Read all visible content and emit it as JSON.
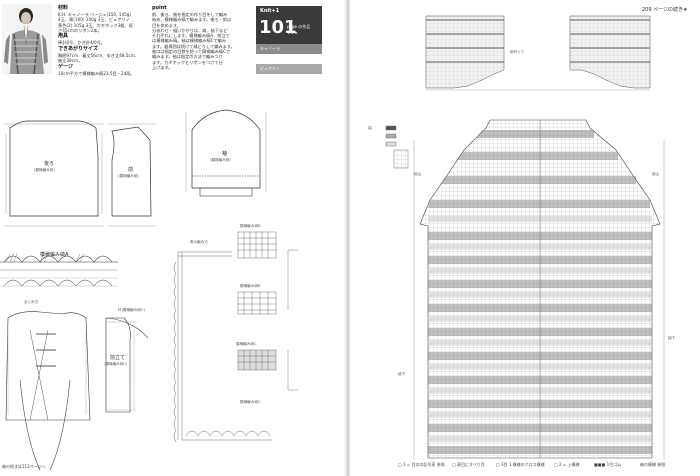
{
  "left": {
    "materials_heading": "材料",
    "materials_text": "K.H. キャノーラ ベージュ(150, 145g)\n4玉、黒(160) 100g 3玉、ピュアリノ\n黄色(2) 105g 3玉、カギホック3組、長\nさ45cmのリボン2本。",
    "tools_heading": "用具",
    "tools_text": "棒針8号、かぎ針4/0号。",
    "size_heading": "できあがりサイズ",
    "size_text": "胸囲97cm、着丈56cm、ゆき丈48.5cm、\n袖丈38cm。",
    "gauge_heading": "ゲージ",
    "gauge_text": "10cm平方で模様編み縞23.5目・24段。",
    "point_heading": "point",
    "point_text": "前、後ろ、袖を指定の作り目をして編み\n始め、模様編み縞で編みます。後ろ・前は\n目を休めます。\n分あわせ・縫いかがりは、肩、袖下など\nそれぞれにします。模様編み縞A、前立て\nは模様編み縞。袖は模様編み縞Cで編み\nます。裾周囲は続けて縁どりして編みます。\n袖口は指定の目数を拾って模様編み縞Cで\n編みます。袖は指定の方法で編みつけ\nます。カギホックとリボンをつけて仕\n上げます。",
    "back_title": "後ろ",
    "back_sub": "(模様編み縞)",
    "front_title": "前",
    "front_sub": "(模様編み縞)",
    "sleeve_title": "袖",
    "sleeve_sub": "(模様編み縞)",
    "edge_a": "模様編み縞A",
    "edge_b": "模様編み縞B",
    "edge_c": "模様編み縞C",
    "edge_b1": "模様編み縞B",
    "edge_c1": "模様編み縞C",
    "collar": "衿(模様編み縞C)",
    "placket": "前立て",
    "placket_sub": "(模様編み縞C)",
    "assembly": "まとめ方",
    "corner": "角の編み方",
    "continued": "袖の続きは212ページへ"
  },
  "right": {
    "badge_label": "Knit+1",
    "badge_number": "101",
    "badge_tail": "page の作品 ★★★",
    "bar1": "キャノーラ",
    "bar2": "ピュアリノ",
    "page_header": "209 ページの続き★",
    "neck_label": "前衿ぐり",
    "shoulder_left": "袖山",
    "shoulder_right": "袖山",
    "underarm_left": "袖下",
    "underarm_right": "袖下",
    "chart_label": "袖",
    "footer": [
      "□ 1 = 目次の記号表  参照",
      "□ 表目にすべり目",
      "□ 3目 1 模様のクロス模様",
      "□ 2 = 上模様",
      "■■■ 1目ゴム",
      "袖の模様 参照"
    ]
  }
}
